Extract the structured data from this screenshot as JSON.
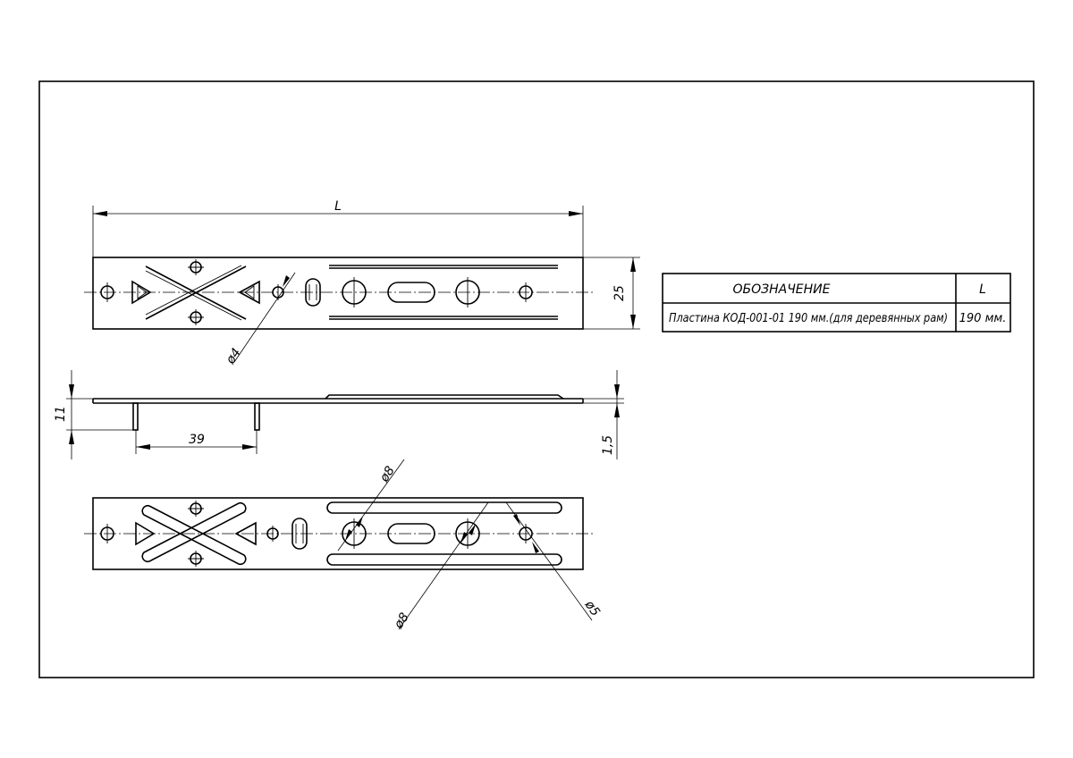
{
  "drawing": {
    "dimensions": {
      "length": "L",
      "width": "25",
      "height": "11",
      "leg_spacing": "39",
      "thickness": "1,5",
      "hole_small": "ø4",
      "hole_large_top": "ø8",
      "hole_large_bottom": "ø8",
      "hole_medium": "ø5"
    }
  },
  "spec_table": {
    "header_designation": "ОБОЗНАЧЕНИЕ",
    "header_length": "L",
    "row_designation": "Пластина КОД-001-01 190 мм.(для деревянных рам)",
    "row_length": "190 мм."
  }
}
